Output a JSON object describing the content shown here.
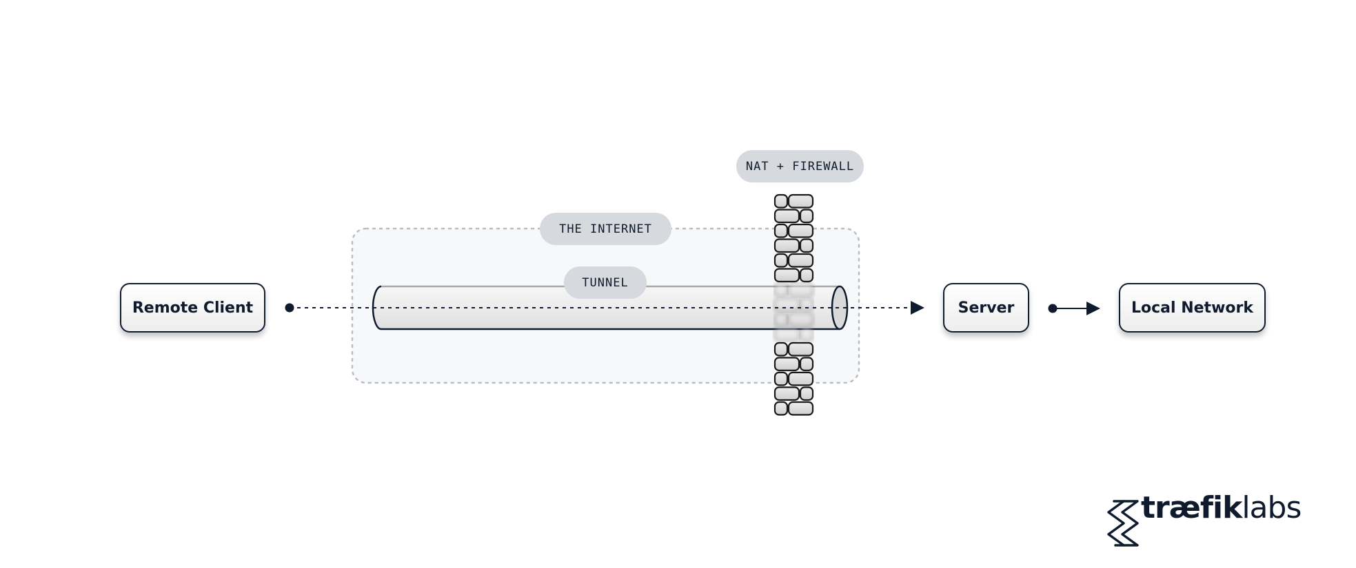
{
  "nodes": {
    "remote_client": "Remote Client",
    "server": "Server",
    "local_network": "Local Network"
  },
  "labels": {
    "internet": "THE INTERNET",
    "tunnel": "TUNNEL",
    "firewall": "NAT + FIREWALL"
  },
  "logo": {
    "strong": "træfik",
    "light": "labs"
  },
  "colors": {
    "ink": "#0f1b2d",
    "pill": "#d6d9de",
    "internet_fill": "#f7f8fa",
    "internet_border": "#b9bdc4"
  }
}
